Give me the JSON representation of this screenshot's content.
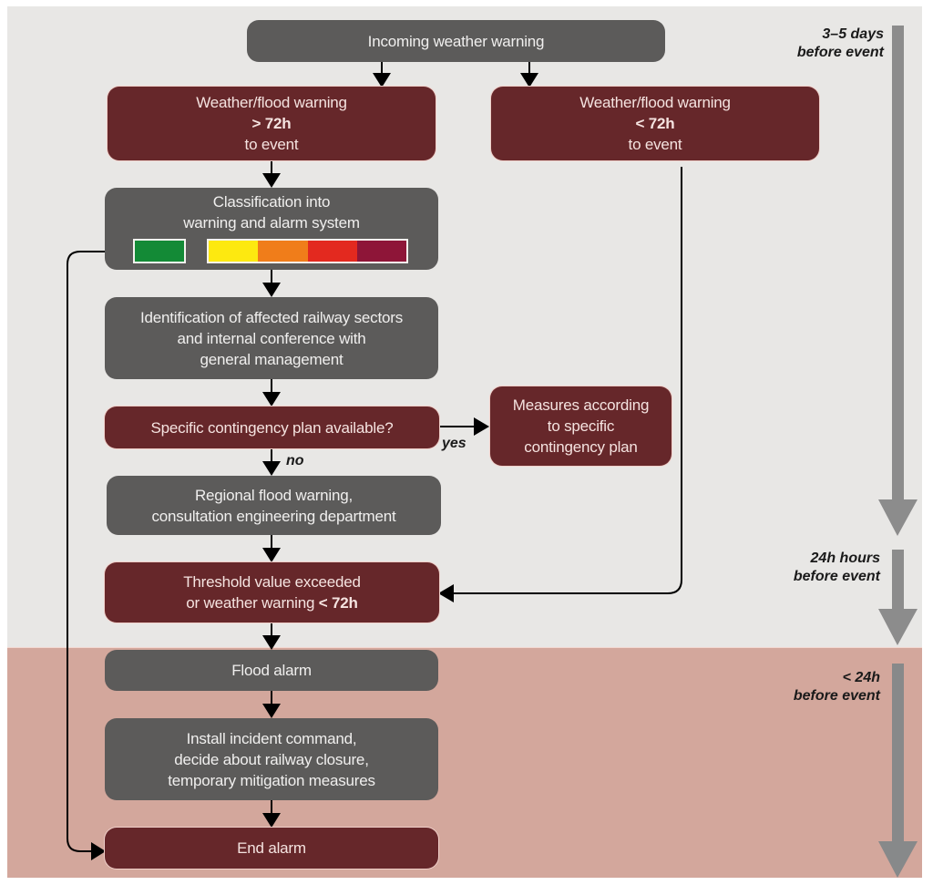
{
  "diagram": {
    "nodes": {
      "incoming": {
        "text": "Incoming weather warning"
      },
      "warn_gt72": {
        "line1": "Weather/flood warning",
        "line2": "> 72h",
        "line3": "to event"
      },
      "warn_lt72": {
        "line1": "Weather/flood warning",
        "line2": "< 72h",
        "line3": "to event"
      },
      "classification": {
        "line1": "Classification into",
        "line2": "warning and alarm system"
      },
      "identification": {
        "line1": "Identification of affected railway sectors",
        "line2": "and internal conference with",
        "line3": "general management"
      },
      "contingency_q": {
        "text": "Specific contingency plan available?"
      },
      "measures": {
        "line1": "Measures according",
        "line2": "to specific",
        "line3": "contingency plan"
      },
      "regional": {
        "line1": "Regional flood warning,",
        "line2": "consultation engineering department"
      },
      "threshold": {
        "line1": "Threshold value exceeded",
        "line2_prefix": "or weather warning ",
        "line2_bold": "< 72h"
      },
      "flood_alarm": {
        "text": "Flood alarm"
      },
      "install": {
        "line1": "Install incident command,",
        "line2": "decide about railway closure,",
        "line3": "temporary mitigation measures"
      },
      "end_alarm": {
        "text": "End alarm"
      }
    },
    "edge_labels": {
      "yes": "yes",
      "no": "no"
    },
    "warning_levels": {
      "green": "#138a36",
      "scale": [
        "#fde910",
        "#f07d1a",
        "#e3291f",
        "#8e1538"
      ]
    },
    "timeline": [
      {
        "line1": "3–5 days",
        "line2": "before event"
      },
      {
        "line1": "24h hours",
        "line2": "before event"
      },
      {
        "line1": "< 24h",
        "line2": "before event"
      }
    ],
    "colors": {
      "grey_box": "#5c5b5a",
      "red_box": "#66272a",
      "top_zone": "#e8e7e5",
      "bottom_zone": "#d3a79c",
      "timeline_arrow": "#8c8c8c"
    }
  }
}
